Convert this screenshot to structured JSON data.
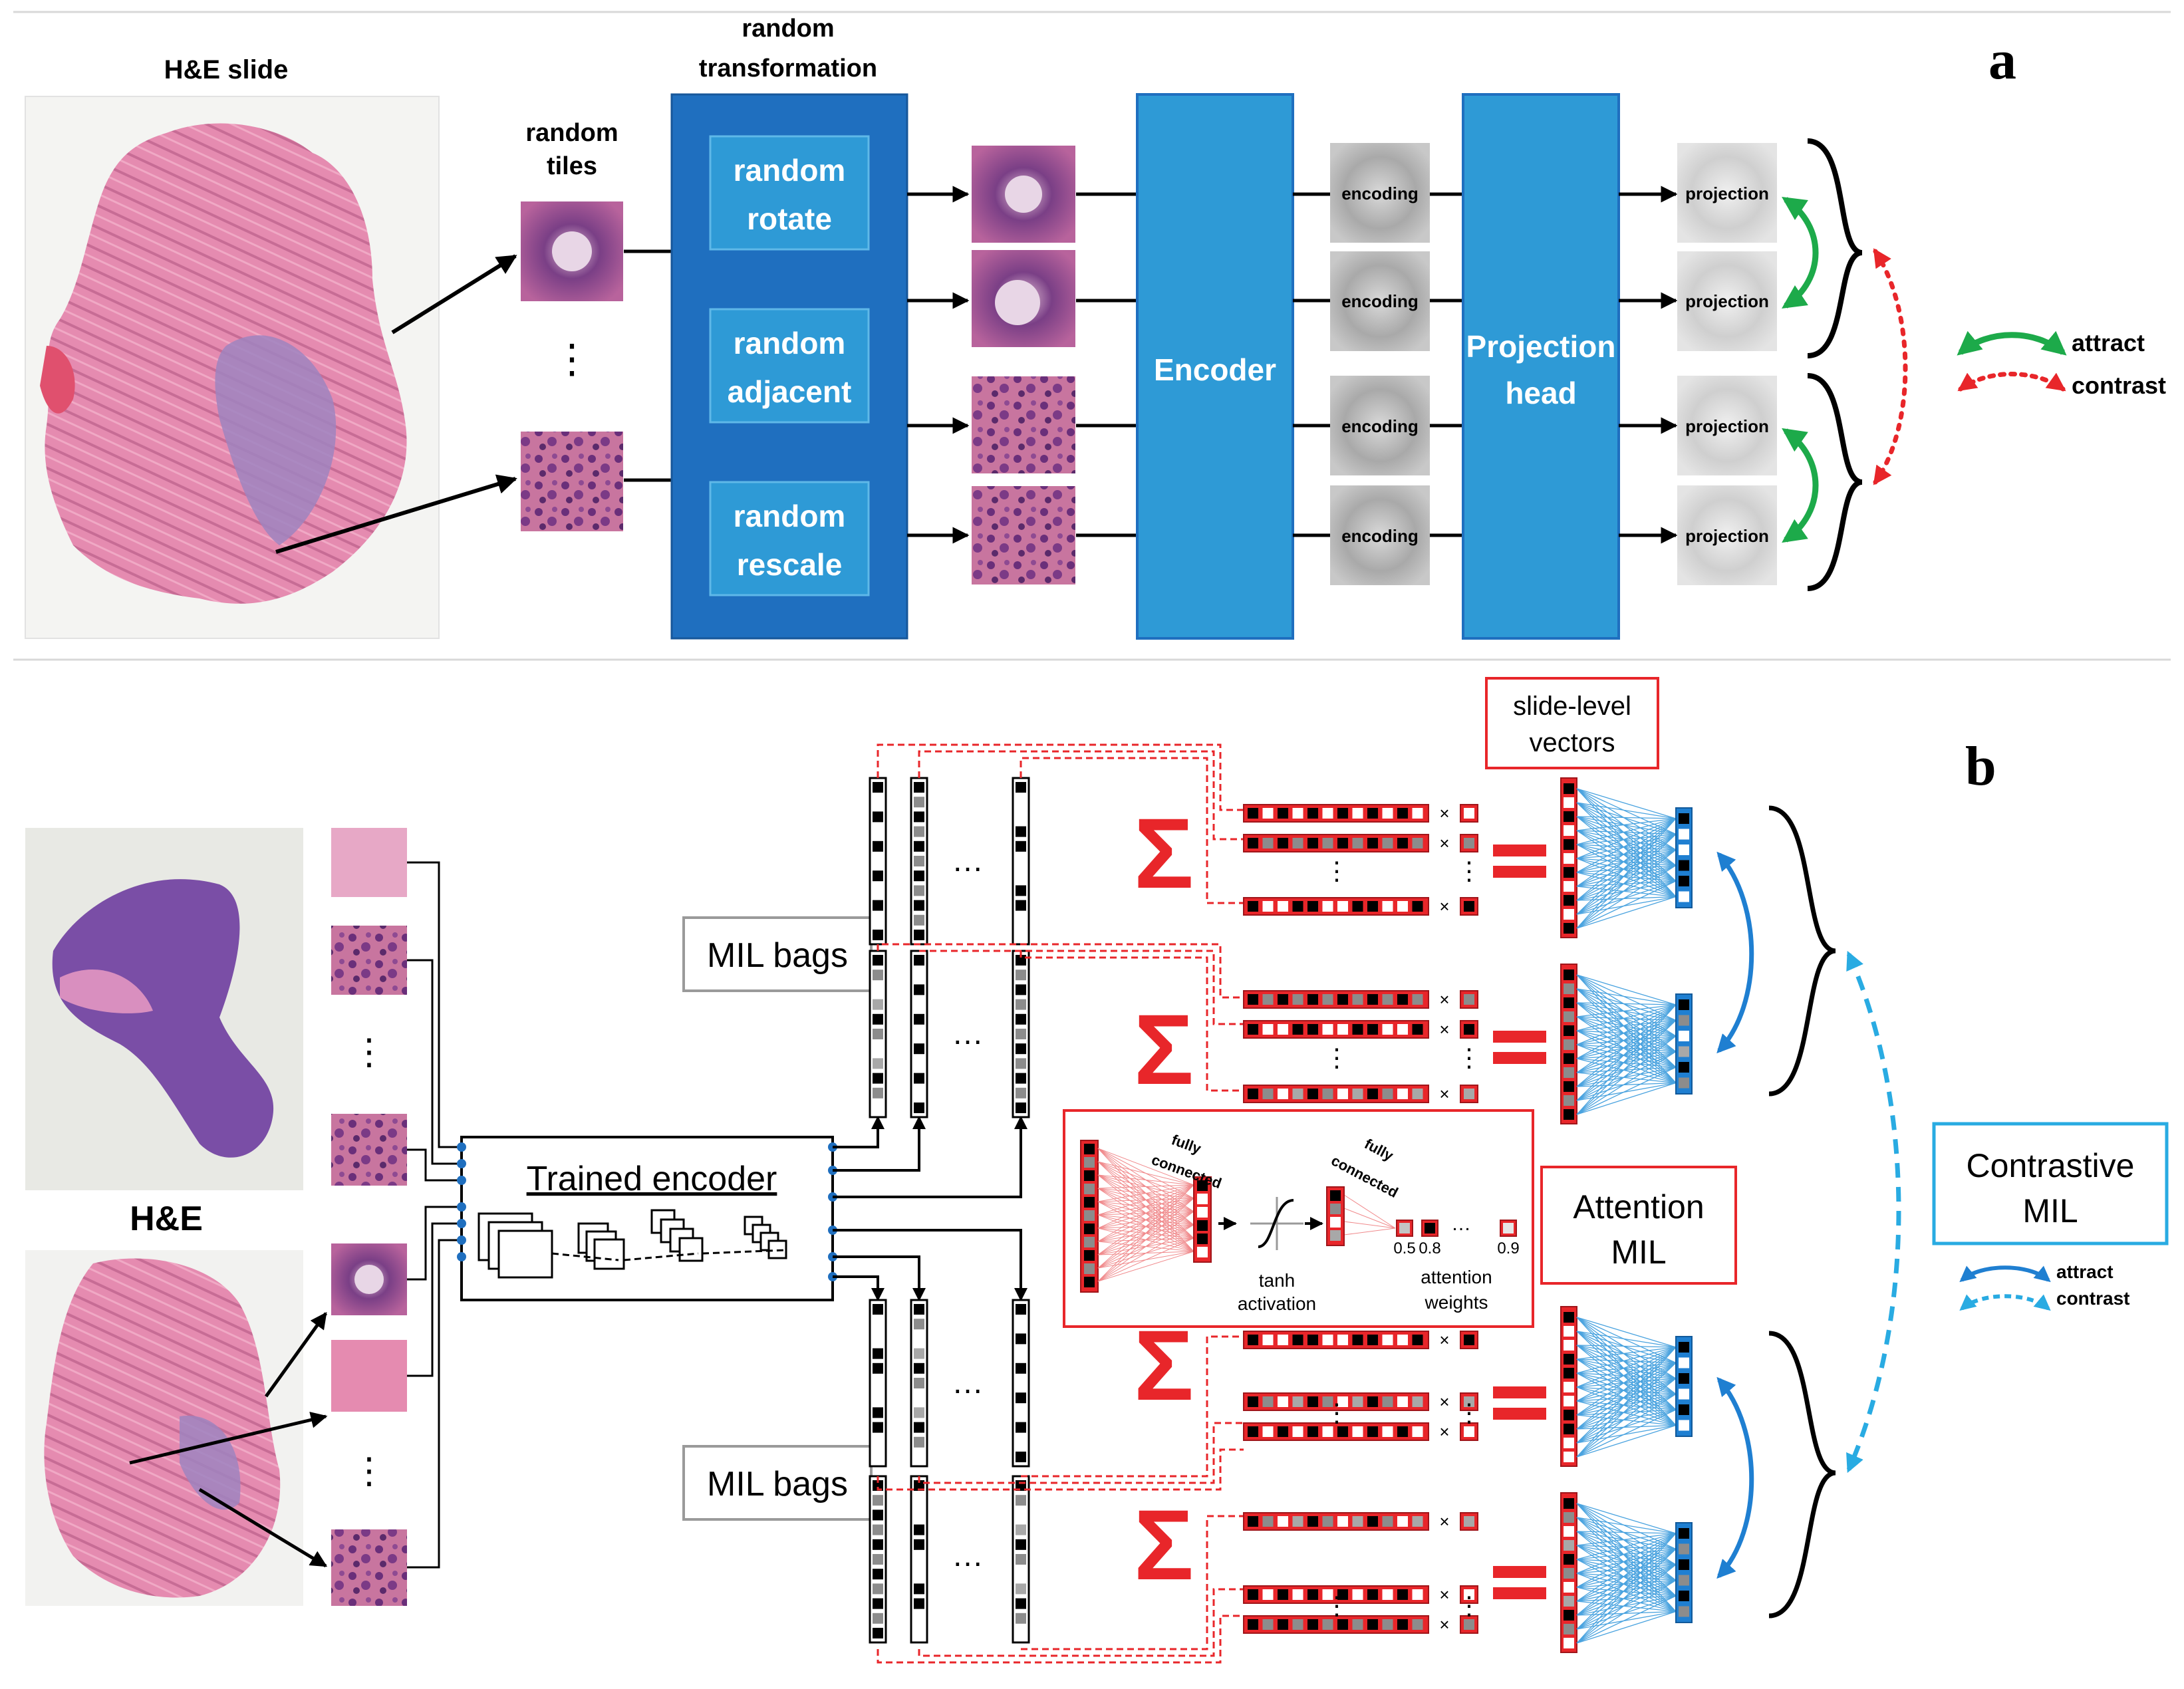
{
  "panel_a": {
    "letter": "a",
    "slide_title": "H&E slide",
    "tiles_label": [
      "random",
      "tiles"
    ],
    "transform_title": [
      "random",
      "transformation"
    ],
    "transforms": [
      [
        "random",
        "rotate"
      ],
      [
        "random",
        "adjacent"
      ],
      [
        "random",
        "rescale"
      ]
    ],
    "encoder": "Encoder",
    "projection_head": [
      "Projection",
      "head"
    ],
    "encoding_label": "encoding",
    "projection_label": "projection",
    "legend_attract": "attract",
    "legend_contrast": "contrast",
    "colors": {
      "block_dark": "#1F6FBF",
      "block_light": "#2E9AD6",
      "attract": "#1DAA4A",
      "contrast": "#E8262A"
    }
  },
  "panel_b": {
    "letter": "b",
    "he_label": "H&E",
    "trained_encoder": "Trained encoder",
    "mil_bags": "MIL bags",
    "slide_level": [
      "slide-level",
      "vectors"
    ],
    "attention_mil": [
      "Attention",
      "MIL"
    ],
    "contrastive_mil": [
      "Contrastive",
      "MIL"
    ],
    "fully_connected": [
      "fully",
      "connected"
    ],
    "tanh_activation": [
      "tanh",
      "activation"
    ],
    "attention_weights": [
      "attention",
      "weights"
    ],
    "weight_values": [
      "0.5",
      "0.8",
      "0.9"
    ],
    "sigma": "Σ",
    "times": "×",
    "legend_attract": "attract",
    "legend_contrast": "contrast",
    "colors": {
      "red": "#E8262A",
      "blue": "#1F7FD1",
      "lightblue": "#29ABE2"
    }
  }
}
